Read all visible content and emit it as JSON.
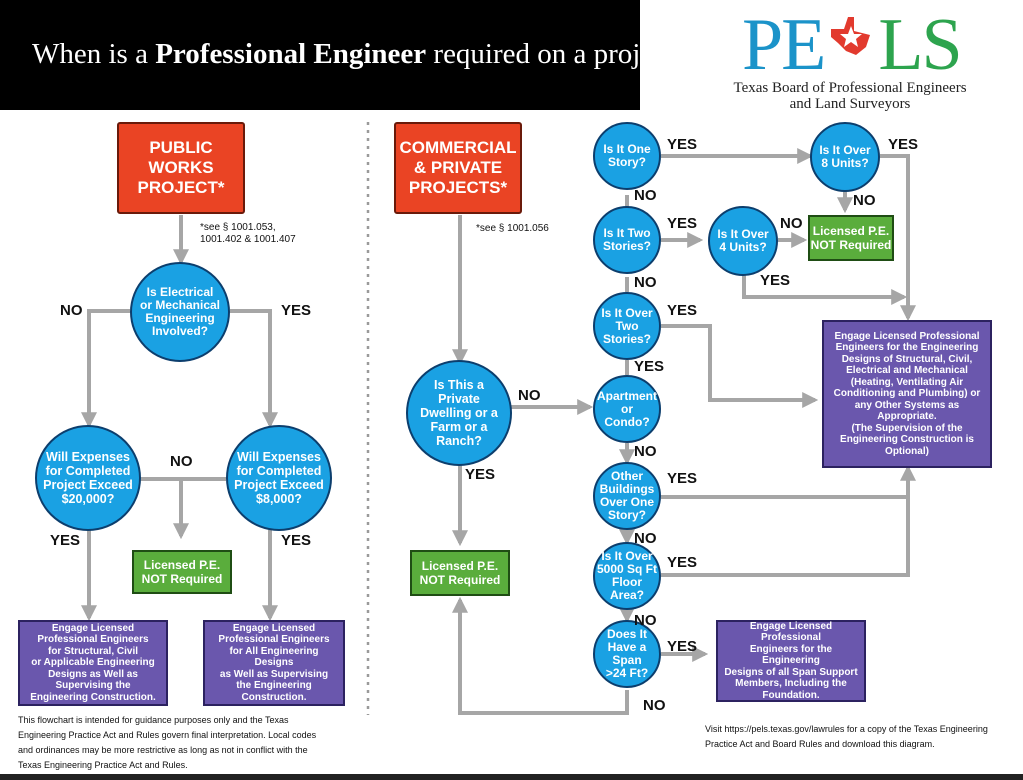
{
  "header": {
    "title_pre": "When is a ",
    "title_bold": "Professional Engineer",
    "title_post": " required on a project?"
  },
  "logo": {
    "mark_left": "PE",
    "mark_right": "LS",
    "subtitle": "Texas Board of Professional Engineers and Land Surveyors",
    "star_icon": "texas-star-icon"
  },
  "colors": {
    "question": "#1aa1e3",
    "start": "#ea4424",
    "not_required": "#5aad3c",
    "engage": "#6a57ad",
    "arrow": "#a6a6a6"
  },
  "public": {
    "start": "PUBLIC\nWORKS\nPROJECT*",
    "citation": "*see § 1001.053,\n1001.402 & 1001.407",
    "q_involved": "Is Electrical\nor Mechanical\nEngineering\nInvolved?",
    "q_20000": "Will Expenses\nfor Completed\nProject Exceed\n$20,000?",
    "q_8000": "Will Expenses\nfor Completed\nProject Exceed\n$8,000?",
    "not_required": "Licensed P.E.\nNOT Required",
    "engage_left": "Engage Licensed\nProfessional Engineers\nfor Structural, Civil\nor Applicable Engineering\nDesigns as Well as\nSupervising the\nEngineering Construction.",
    "engage_right": "Engage Licensed\nProfessional Engineers\nfor All Engineering Designs\nas Well as Supervising\nthe Engineering\nConstruction.",
    "labels": {
      "no_left": "NO",
      "yes_right": "YES",
      "no_mid": "NO",
      "yes_left": "YES",
      "yes_right2": "YES"
    }
  },
  "commercial": {
    "start": "COMMERCIAL\n& PRIVATE\nPROJECTS*",
    "citation": "*see § 1001.056",
    "q_private": "Is This a\nPrivate\nDwelling or a\nFarm or a\nRanch?",
    "private_not_required": "Licensed P.E.\nNOT Required",
    "q_apartment": "Apartment\nor\nCondo?",
    "q_over_two": "Is It Over\nTwo\nStories?",
    "q_two": "Is It Two\nStories?",
    "q_one": "Is It One\nStory?",
    "q_over_8": "Is It Over\n8 Units?",
    "q_over_4": "Is It Over\n4 Units?",
    "units_not_required": "Licensed P.E.\nNOT Required",
    "engage_main": "Engage Licensed Professional\nEngineers for the Engineering\nDesigns of Structural, Civil,\nElectrical and Mechanical\n(Heating, Ventilating Air\nConditioning and Plumbing) or\nany Other Systems as Appropriate.\n(The Supervision of the\nEngineering Construction is\nOptional)",
    "q_other": "Other\nBuildings\nOver One\nStory?",
    "q_5000": "Is It Over\n5000 Sq Ft\nFloor\nArea?",
    "q_span": "Does It\nHave a Span\n>24 Ft?",
    "engage_span": "Engage Licensed Professional\nEngineers for the Engineering\nDesigns of all Span Support\nMembers, Including the\nFoundation.",
    "labels": {
      "private_no": "NO",
      "private_yes": "YES",
      "one_yes": "YES",
      "one_no": "NO",
      "two_yes": "YES",
      "two_no": "NO",
      "over4_no": "NO",
      "over4_yes": "YES",
      "over8_yes": "YES",
      "over8_no": "NO",
      "over_two_yes": "YES",
      "apartment_yes": "YES",
      "apartment_no": "NO",
      "other_yes": "YES",
      "other_no": "NO",
      "sqft_yes": "YES",
      "sqft_no": "NO",
      "span_yes": "YES",
      "span_no": "NO"
    }
  },
  "footer": {
    "disclaimer": "This flowchart is intended for guidance purposes only and the Texas Engineering Practice Act and Rules govern final interpretation. Local codes and ordinances may be more restrictive as long as not in conflict with the Texas Engineering Practice Act and Rules.",
    "visit": "Visit https://pels.texas.gov/lawrules for a copy of the Texas Engineering Practice Act and Board Rules and download this diagram."
  }
}
